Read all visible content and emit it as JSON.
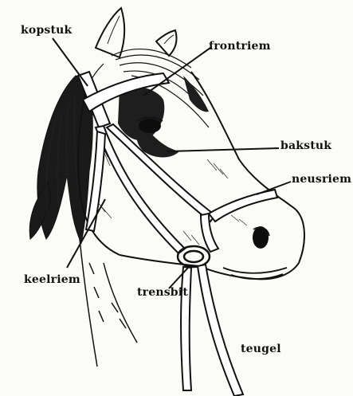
{
  "labels": {
    "kopstuk": "kopstuk",
    "frontriem": "frontriem",
    "bakstuk": "bakstuk",
    "neusriem": "neusriem",
    "keelriem": "keelriem",
    "trensbit": "trensbit",
    "teugel": "teugel"
  },
  "colors": {
    "ink": "#111111",
    "paper": "#fbfbf8",
    "strap_fill": "#ffffff"
  }
}
